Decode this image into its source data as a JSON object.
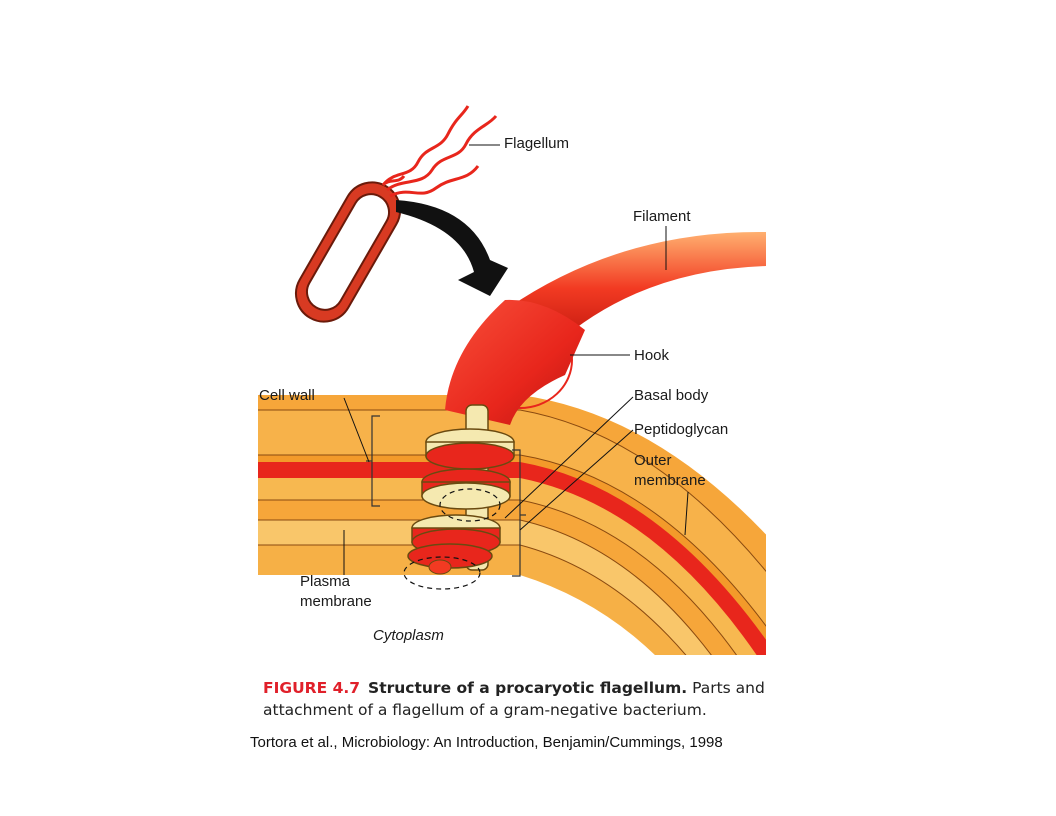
{
  "labels": {
    "flagellum": "Flagellum",
    "filament": "Filament",
    "hook": "Hook",
    "basal_body": "Basal body",
    "peptidoglycan": "Peptidoglycan",
    "outer_membrane_1": "Outer",
    "outer_membrane_2": "membrane",
    "cell_wall": "Cell wall",
    "plasma_membrane_1": "Plasma",
    "plasma_membrane_2": "membrane",
    "cytoplasm": "Cytoplasm"
  },
  "caption": {
    "figure_number": "FIGURE 4.7",
    "title": "Structure of a procaryotic flagellum.",
    "body": "Parts and attachment of a flagellum of a gram-negative bacterium."
  },
  "credit": "Tortora et al., Microbiology: An Introduction, Benjamin/Cummings, 1998",
  "colors": {
    "flagellum_red": "#e8261c",
    "membrane_orange": "#f39a2a",
    "membrane_light": "#f9c66a",
    "ring_cream": "#f5e9b0",
    "caption_red": "#e0202a"
  }
}
